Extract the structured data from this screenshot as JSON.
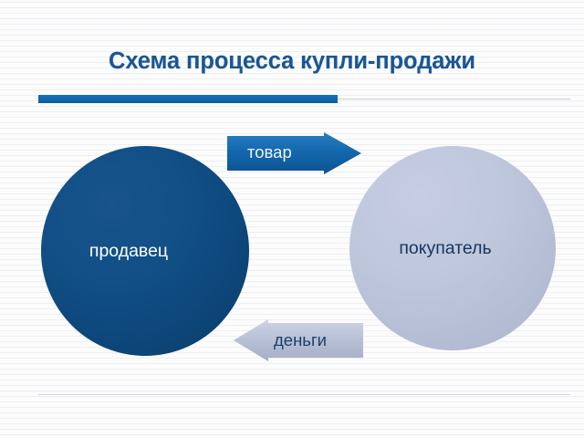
{
  "slide": {
    "title": "Схема процесса купли-продажи",
    "accent_color": "#1167ad",
    "title_color": "#1a5693",
    "background_color": "#fcfcfd"
  },
  "diagram": {
    "nodes": [
      {
        "id": "seller",
        "label": "продавец",
        "shape": "circle",
        "fill_color": "#114f86",
        "text_color": "#ffffff"
      },
      {
        "id": "buyer",
        "label": "покупатель",
        "shape": "circle",
        "fill_color": "#bfc7dd",
        "text_color": "#14365f"
      }
    ],
    "arrows": [
      {
        "id": "goods",
        "label": "товар",
        "direction": "right",
        "from": "продавец",
        "to": "покупатель",
        "fill_color": "#1468ae",
        "text_color": "#eef4fb"
      },
      {
        "id": "money",
        "label": "деньги",
        "direction": "left",
        "from": "покупатель",
        "to": "продавец",
        "fill_color": "#b9c1d6",
        "text_color": "#1b3f6b"
      }
    ]
  }
}
